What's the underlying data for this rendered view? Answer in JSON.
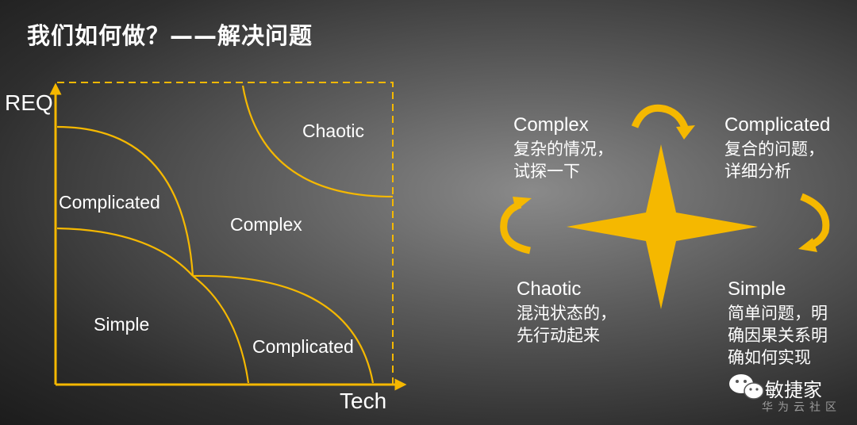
{
  "title": "我们如何做？——解决问题",
  "colors": {
    "accent": "#f5b800",
    "text": "#ffffff"
  },
  "left_diagram": {
    "y_axis_label": "REQ",
    "x_axis_label": "Tech",
    "regions": {
      "chaotic": "Chaotic",
      "complicated_left": "Complicated",
      "complex": "Complex",
      "simple": "Simple",
      "complicated_bottom": "Complicated"
    }
  },
  "right_diagram": {
    "complex": {
      "name": "Complex",
      "desc_line1": "复杂的情况，",
      "desc_line2": "试探一下"
    },
    "complicated": {
      "name": "Complicated",
      "desc_line1": "复合的问题，",
      "desc_line2": "详细分析"
    },
    "chaotic": {
      "name": "Chaotic",
      "desc_line1": "混沌状态的，",
      "desc_line2": "先行动起来"
    },
    "simple": {
      "name": "Simple",
      "desc_line1": "简单问题，明",
      "desc_line2": "确因果关系明",
      "desc_line3": "确如何实现"
    }
  },
  "watermark": {
    "name": "敏捷家",
    "sub": "华为云社区",
    "icon": "wechat-icon"
  }
}
